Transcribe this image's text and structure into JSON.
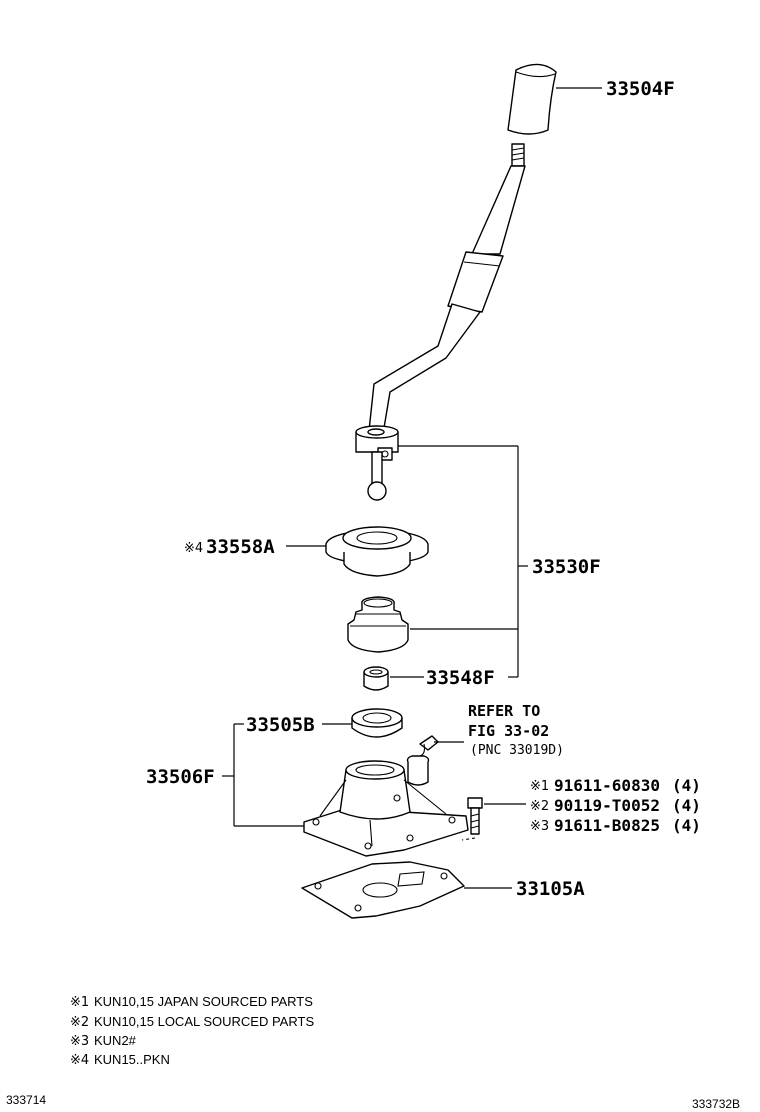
{
  "callouts": {
    "knob": "33504F",
    "lever_assy": "33530F",
    "retainer": "33558A",
    "retainer_mark": "※4",
    "bushing": "33548F",
    "seat": "33505B",
    "housing": "33506F",
    "gasket": "33105A"
  },
  "refer": {
    "line1": "REFER TO",
    "line2": "FIG 33-02",
    "line3": "(PNC 33019D)"
  },
  "bolts": [
    {
      "mark": "※1",
      "part": "91611-60830",
      "qty": "(4)"
    },
    {
      "mark": "※2",
      "part": "90119-T0052",
      "qty": "(4)"
    },
    {
      "mark": "※3",
      "part": "91611-B0825",
      "qty": "(4)"
    }
  ],
  "notes": [
    {
      "mark": "※1",
      "text": "KUN10,15  JAPAN SOURCED PARTS"
    },
    {
      "mark": "※2",
      "text": "KUN10,15  LOCAL SOURCED PARTS"
    },
    {
      "mark": "※3",
      "text": "KUN2#"
    },
    {
      "mark": "※4",
      "text": "KUN15..PKN"
    }
  ],
  "footer": {
    "left_code": "333714",
    "right_code": "333732B"
  }
}
